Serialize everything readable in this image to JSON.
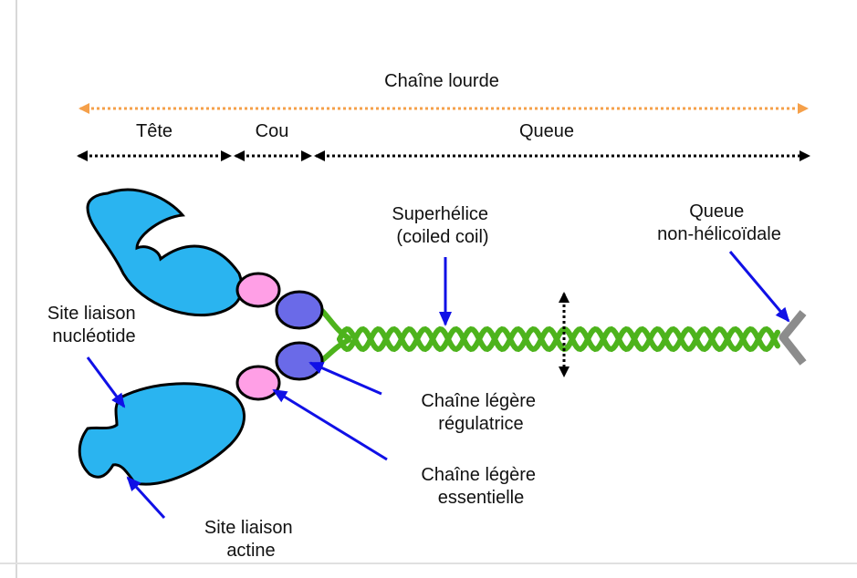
{
  "labels": {
    "heavy_chain": "Chaîne lourde",
    "head": "Tête",
    "neck": "Cou",
    "tail": "Queue",
    "coiled_coil_line1": "Superhélice",
    "coiled_coil_line2": "(coiled coil)",
    "nonhelical_tail_line1": "Queue",
    "nonhelical_tail_line2": "non-hélicoïdale",
    "nucleotide_site_line1": "Site liaison",
    "nucleotide_site_line2": "nucléotide",
    "regulatory_lc_line1": "Chaîne légère",
    "regulatory_lc_line2": "régulatrice",
    "essential_lc_line1": "Chaîne légère",
    "essential_lc_line2": "essentielle",
    "actin_site_line1": "Site liaison",
    "actin_site_line2": "actine"
  },
  "colors": {
    "heavy_chain_arrow": "#f5a04a",
    "region_arrows": "#000000",
    "head": "#2ab4f0",
    "essential_light_chain": "#ff9fe6",
    "regulatory_light_chain": "#6a6ae8",
    "coiled_coil": "#4db31c",
    "nonhelical_tail": "#8c8c8c",
    "pointer_arrows": "#1010e6"
  }
}
